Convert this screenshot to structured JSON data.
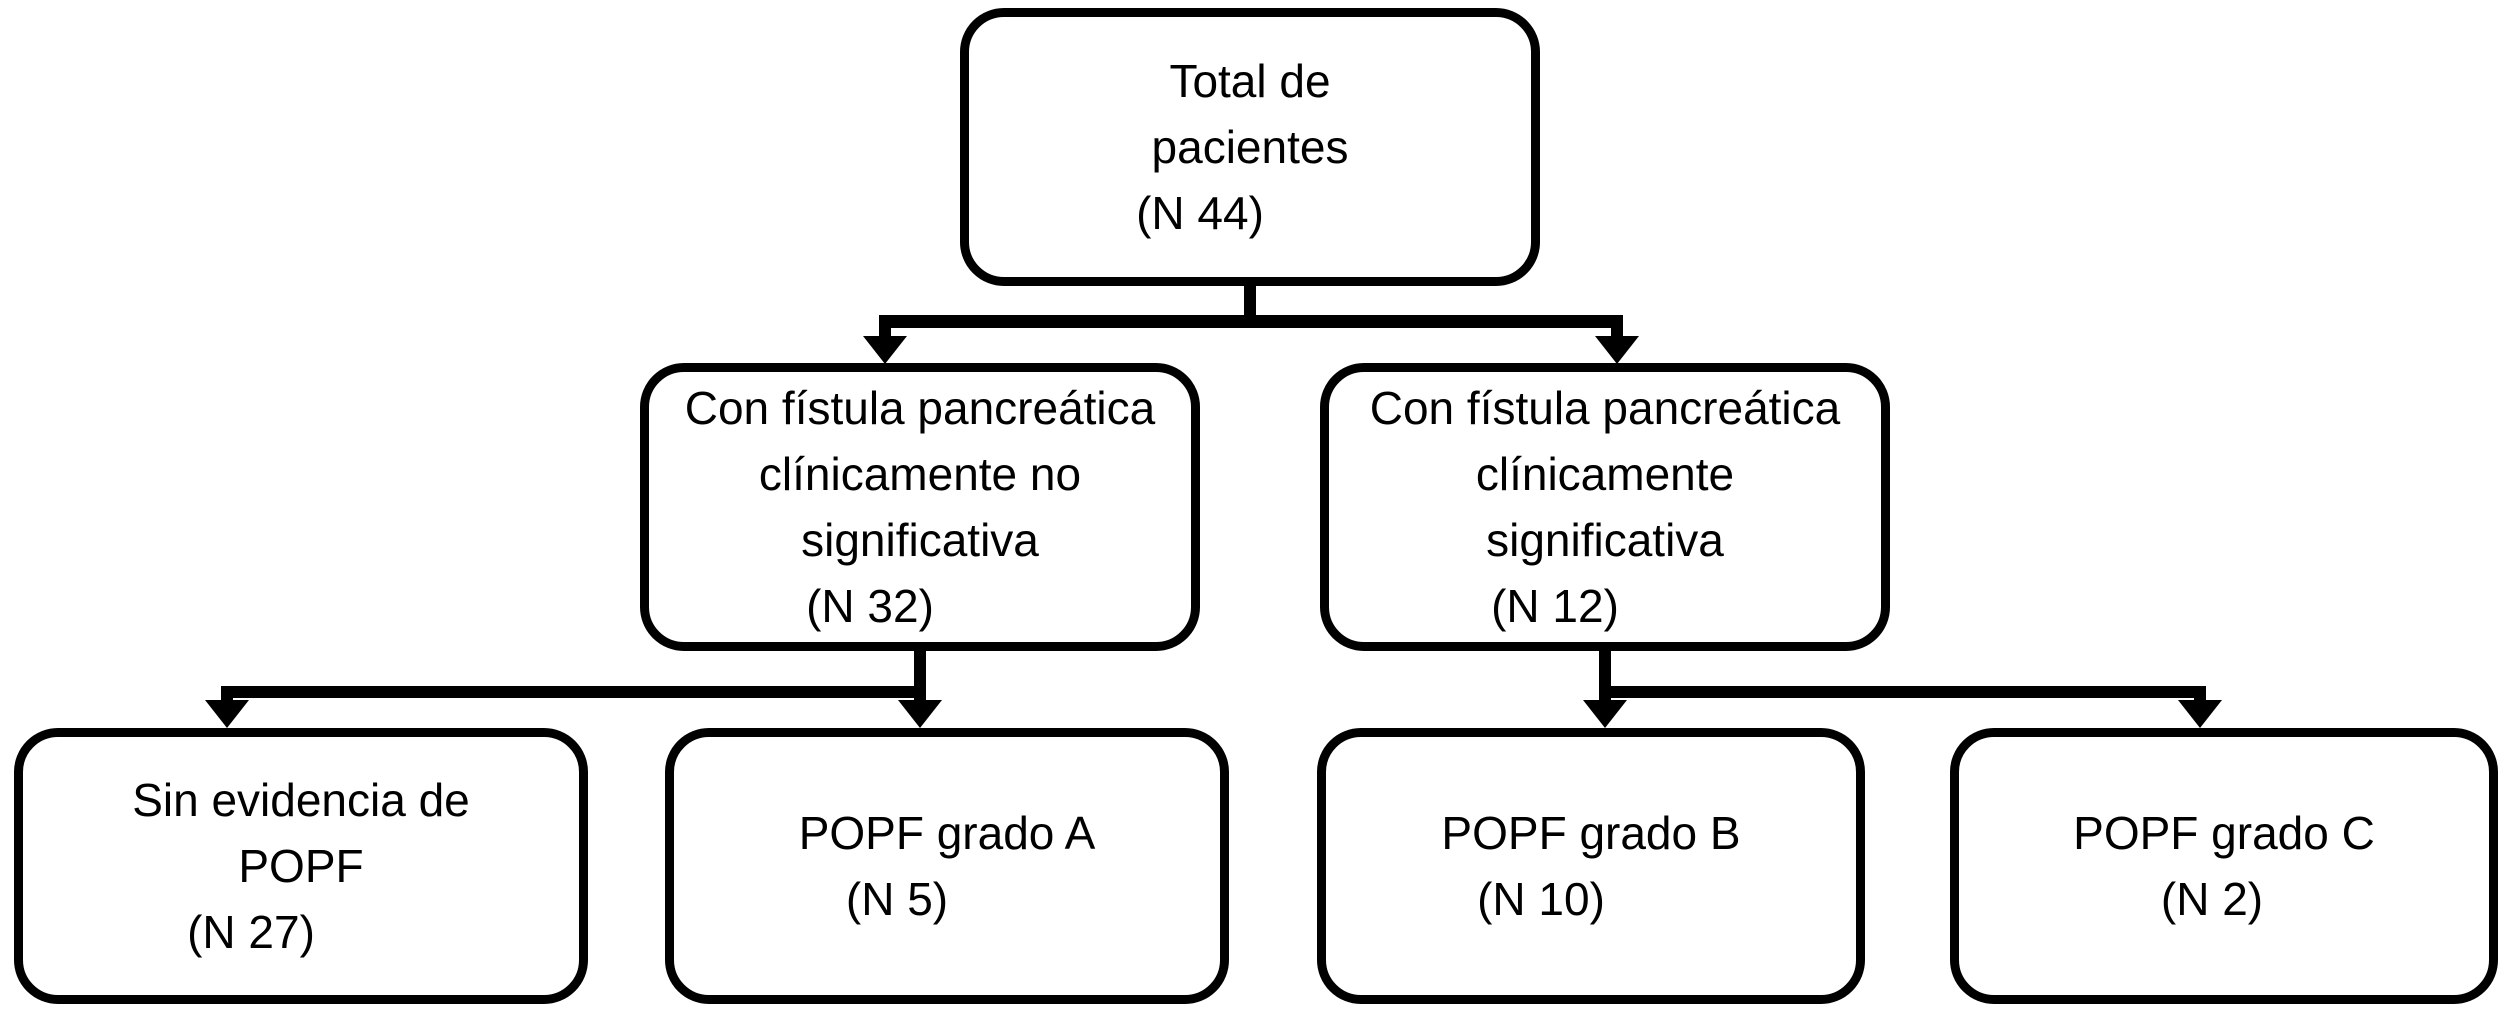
{
  "diagram": {
    "type": "flowchart",
    "background_color": "#ffffff",
    "line_color": "#000000",
    "nodes": {
      "total": {
        "n": 44,
        "lines": [
          "Total de",
          "pacientes",
          "(N 44)"
        ]
      },
      "fistula_no_significativa": {
        "n": 32,
        "lines": [
          "Con fístula pancreática",
          "clínicamente no",
          "significativa",
          "(N 32)"
        ]
      },
      "fistula_significativa": {
        "n": 12,
        "lines": [
          "Con fístula pancreática",
          "clínicamente",
          "significativa",
          "(N 12)"
        ]
      },
      "sin_evidencia_popf": {
        "n": 27,
        "lines": [
          "Sin evidencia de",
          "POPF",
          "(N 27)"
        ]
      },
      "popf_grado_a": {
        "n": 5,
        "lines": [
          "POPF grado A",
          "(N 5)"
        ]
      },
      "popf_grado_b": {
        "n": 10,
        "lines": [
          "POPF grado B",
          "(N 10)"
        ]
      },
      "popf_grado_c": {
        "n": 2,
        "lines": [
          "POPF grado C",
          "(N 2)"
        ]
      }
    },
    "edges": [
      {
        "from": "total",
        "to": "fistula_no_significativa"
      },
      {
        "from": "total",
        "to": "fistula_significativa"
      },
      {
        "from": "fistula_no_significativa",
        "to": "sin_evidencia_popf"
      },
      {
        "from": "fistula_no_significativa",
        "to": "popf_grado_a"
      },
      {
        "from": "fistula_significativa",
        "to": "popf_grado_b"
      },
      {
        "from": "fistula_significativa",
        "to": "popf_grado_c"
      }
    ]
  }
}
